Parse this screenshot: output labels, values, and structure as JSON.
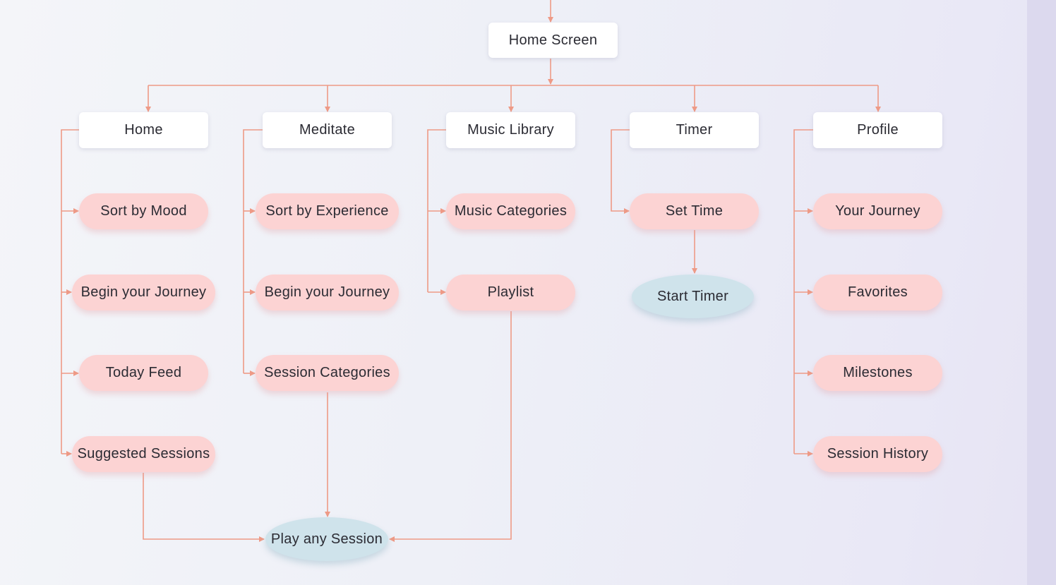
{
  "colors": {
    "connector": "#ee9a86",
    "box": "#ffffff",
    "pill": "#fcd3d3",
    "terminal": "#cfe3eb",
    "text": "#2b2b33"
  },
  "root": {
    "label": "Home Screen"
  },
  "sections": {
    "home": {
      "label": "Home",
      "items": [
        "Sort by Mood",
        "Begin your Journey",
        "Today Feed",
        "Suggested Sessions"
      ]
    },
    "meditate": {
      "label": "Meditate",
      "items": [
        "Sort by Experience",
        "Begin your Journey",
        "Session Categories"
      ]
    },
    "music": {
      "label": "Music Library",
      "items": [
        "Music Categories",
        "Playlist"
      ]
    },
    "timer": {
      "label": "Timer",
      "items": [
        "Set Time"
      ]
    },
    "profile": {
      "label": "Profile",
      "items": [
        "Your Journey",
        "Favorites",
        "Milestones",
        "Session History"
      ]
    }
  },
  "terminals": {
    "play_session": "Play any Session",
    "start_timer": "Start Timer"
  }
}
